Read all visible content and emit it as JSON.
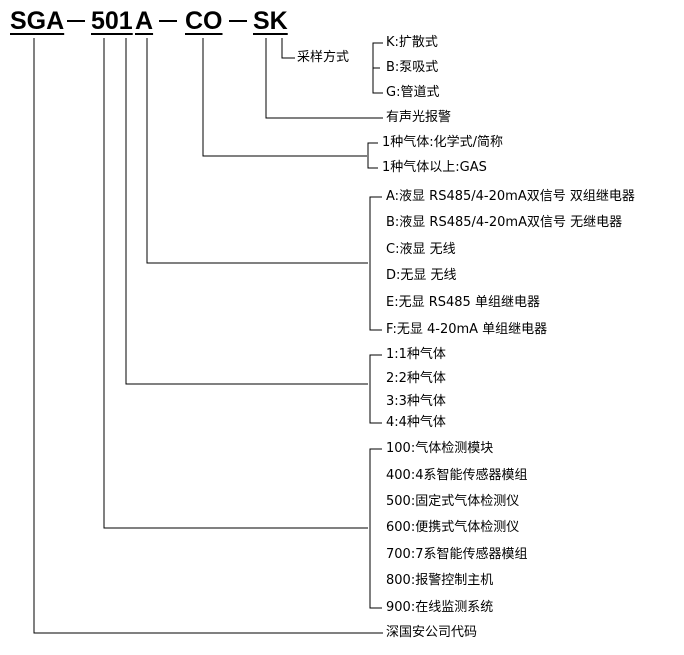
{
  "code_parts": {
    "prefix": "SGA",
    "series": "501",
    "variant": "A",
    "gas": "CO",
    "sampling": "SK"
  },
  "sampling_method": {
    "title": "采样方式",
    "options": [
      "K:扩散式",
      "B:泵吸式",
      "G:管道式"
    ]
  },
  "alarm": "有声光报警",
  "gas_type": {
    "options": [
      "1种气体:化学式/简称",
      "1种气体以上:GAS"
    ]
  },
  "display_output": {
    "options": [
      "A:液显 RS485/4-20mA双信号 双组继电器",
      "B:液显 RS485/4-20mA双信号 无继电器",
      "C:液显 无线",
      "D:无显 无线",
      "E:无显 RS485 单组继电器",
      "F:无显 4-20mA 单组继电器"
    ]
  },
  "gas_count": {
    "options": [
      "1:1种气体",
      "2:2种气体",
      "3:3种气体",
      "4:4种气体"
    ]
  },
  "product_series": {
    "options": [
      "100:气体检测模块",
      "400:4系智能传感器模组",
      "500:固定式气体检测仪",
      "600:便携式气体检测仪",
      "700:7系智能传感器模组",
      "800:报警控制主机",
      "900:在线监测系统"
    ]
  },
  "company_code": "深国安公司代码"
}
